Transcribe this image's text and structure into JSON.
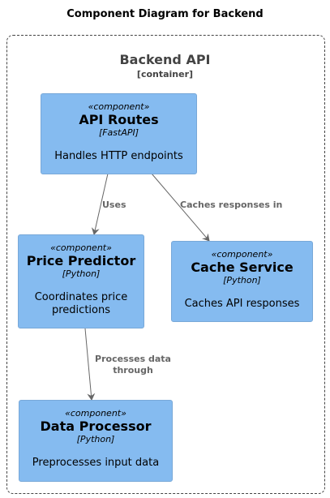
{
  "diagram": {
    "title": "Component Diagram for Backend",
    "container": {
      "name": "Backend API",
      "type": "[container]"
    },
    "components": {
      "api_routes": {
        "stereotype": "«component»",
        "name": "API Routes",
        "tech": "[FastAPI]",
        "description": "Handles HTTP endpoints"
      },
      "price_predictor": {
        "stereotype": "«component»",
        "name": "Price Predictor",
        "tech": "[Python]",
        "description": "Coordinates price predictions"
      },
      "cache_service": {
        "stereotype": "«component»",
        "name": "Cache Service",
        "tech": "[Python]",
        "description": "Caches API responses"
      },
      "data_processor": {
        "stereotype": "«component»",
        "name": "Data Processor",
        "tech": "[Python]",
        "description": "Preprocesses input data"
      }
    },
    "relations": {
      "uses": "Uses",
      "caches": "Caches responses in",
      "processes": "Processes data through"
    },
    "colors": {
      "component_fill": "#85BBF0",
      "edge": "#666666"
    }
  }
}
